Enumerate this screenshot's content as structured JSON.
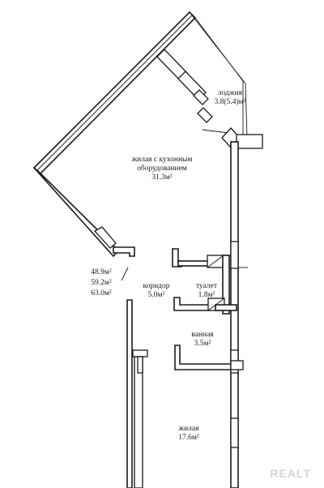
{
  "rooms": [
    {
      "id": "loggia",
      "name": "лоджия",
      "area": "3.8(5.4)м²"
    },
    {
      "id": "living-kitchen",
      "name_line1": "жилая с кухонным",
      "name_line2": "оборудованием",
      "area": "31.3м²"
    },
    {
      "id": "corridor",
      "name": "коридор",
      "area": "5.0м²"
    },
    {
      "id": "toilet",
      "name": "туалет",
      "area": "1.8м²"
    },
    {
      "id": "bathroom",
      "name": "ванная",
      "area": "3.5м²"
    },
    {
      "id": "bedroom",
      "name": "жилая",
      "area": "17.6м²"
    }
  ],
  "totals": {
    "living": "48.9м²",
    "total": "59.2м²",
    "with_loggia": "63.0м²"
  },
  "watermark": "REALT",
  "colors": {
    "ink": "#1a1a1a",
    "paper": "#ffffff",
    "watermark": "#d4d4d4"
  }
}
